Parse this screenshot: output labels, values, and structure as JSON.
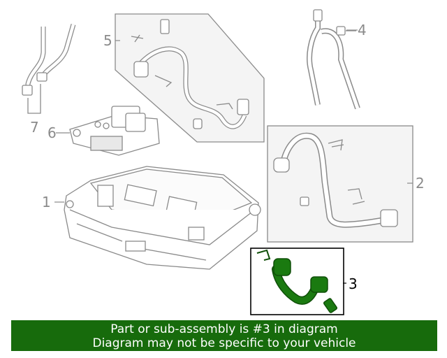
{
  "callouts": {
    "c1": "1",
    "c2": "2",
    "c3": "3",
    "c4": "4",
    "c5": "5",
    "c6": "6",
    "c7": "7"
  },
  "highlighted_part": "3",
  "colors": {
    "highlight_green": "#176b0c",
    "part_green": "#1a7a10",
    "line_gray": "#8a8a8a",
    "box_fill": "#f4f4f4"
  },
  "banner": {
    "line1": "Part or sub-assembly is #3 in diagram",
    "line2": "Diagram may not be specific to your vehicle"
  }
}
